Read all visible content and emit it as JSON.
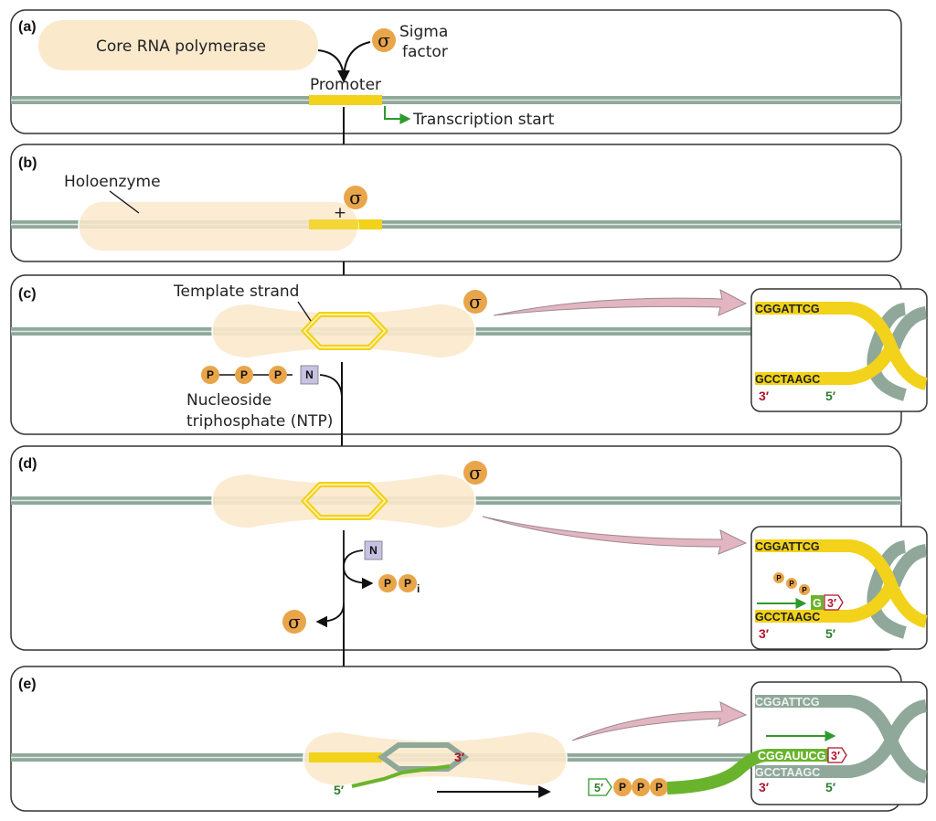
{
  "panels": {
    "a": {
      "tag": "(a)",
      "core_polymerase": "Core RNA polymerase",
      "sigma_symbol": "σ",
      "sigma_label_line1": "Sigma",
      "sigma_label_line2": "factor",
      "promoter": "Promoter",
      "transcription_start": "Transcription start"
    },
    "b": {
      "tag": "(b)",
      "holoenzyme": "Holoenzyme",
      "plus": "+",
      "sigma_symbol": "σ"
    },
    "c": {
      "tag": "(c)",
      "template_strand": "Template strand",
      "sigma_symbol": "σ",
      "ntp_line1": "Nucleoside",
      "ntp_line2": "triphosphate (NTP)",
      "p": "P",
      "n": "N",
      "inset": {
        "top_seq": "CGGATTCG",
        "bottom_seq": "GCCTAAGC",
        "end3": "3′",
        "end5": "5′"
      }
    },
    "d": {
      "tag": "(d)",
      "sigma_symbol": "σ",
      "n": "N",
      "p": "P",
      "pi_sub": "i",
      "released_sigma": "σ",
      "inset": {
        "top_seq": "CGGATTCG",
        "bottom_seq": "GCCTAAGC",
        "end3": "3′",
        "end5": "5′",
        "g": "G",
        "new3": "3′"
      }
    },
    "e": {
      "tag": "(e)",
      "rna_3": "3′",
      "rna_5": "5′",
      "five_prime": "5′",
      "p": "P",
      "inset": {
        "top_seq": "CGGATTCG",
        "rna_seq": "CGGAUUCG",
        "rna_3": "3′",
        "bottom_seq": "GCCTAAGC",
        "end3": "3′",
        "end5": "5′"
      }
    }
  },
  "colors": {
    "dna": "#8fa89a",
    "promoter": "#f2d21a",
    "polymerase": "#fbe9cc",
    "sigma": "#e8a54a",
    "rna": "#6ab42d",
    "arrow_pink": "#e2b5c0",
    "end3": "#b3122a",
    "end5": "#2e7d2e"
  }
}
